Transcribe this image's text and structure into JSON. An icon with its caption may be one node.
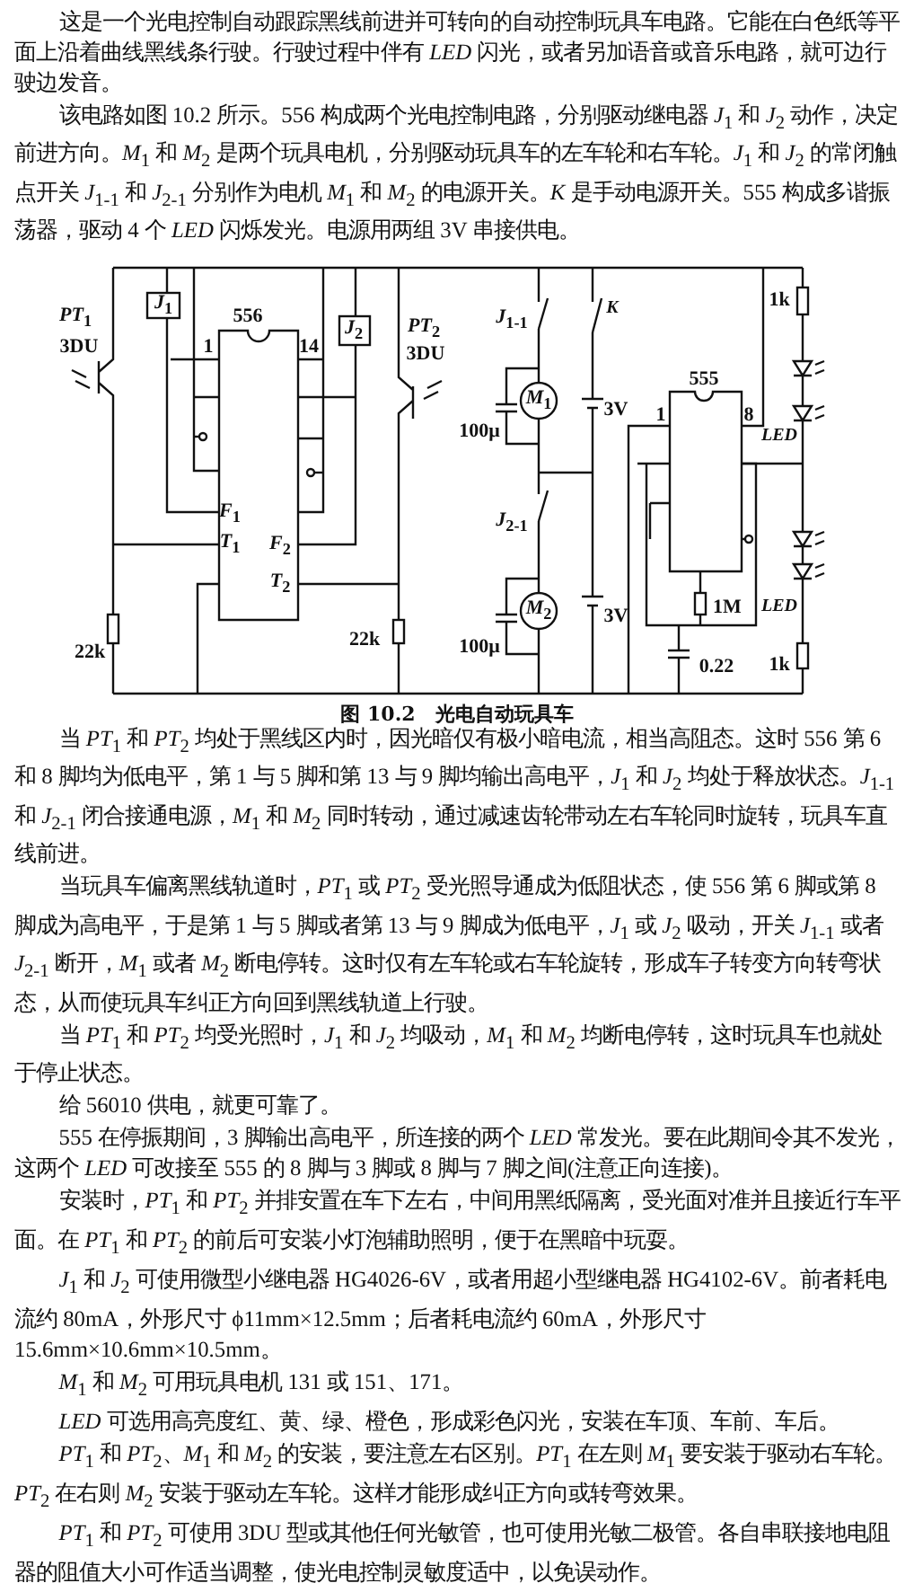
{
  "diagram": {
    "caption": "图 10.2　光电自动玩具车",
    "labels": [
      "这是一个光电控制自动跟踪黑线前进并可转向的自动控制玩具车电路。它能在白色纸等平面上沿着曲线黑线条行驶。行驶过程中伴有 *LED* 闪光，或者另加语音或音乐电路，就可边行驶边发音。",
      "该电路如图 10.2 所示。556 构成两个光电控制电路，分别驱动继电器 *J*$_{1}$ 和 *J*$_{2}$ 动作，决定前进方向。*M*$_{1}$ 和 *M*$_{2}$ 是两个玩具电机，分别驱动玩具车的左车轮和右车轮。*J*$_{1}$ 和 *J*$_{2}$ 的常闭触点开关 *J*$_{1-1}$ 和 *J*$_{2-1}$ 分别作为电机 *M*$_{1}$ 和 *M*$_{2}$ 的电源开关。*K* 是手动电源开关。555 构成多谐振荡器，驱动 4 个 *LED* 闪烁发光。电源用两组 3V 串接供电。",
      "*J*$_{1}$",
      "1k",
      "K",
      "556",
      "*PT*$_{1}$",
      "*J*$_{1-1}$",
      "*J*$_{2}$",
      "*PT*$_{2}$",
      "3DU",
      "1",
      "14",
      "3DU",
      "555",
      "*M*$_{1}$",
      "3V",
      "1",
      "8",
      "100μ",
      "LED",
      "*F*$_{1}$",
      "*J*$_{2-1}$",
      "*T*$_{1}$",
      "*F*$_{2}$",
      "*T*$_{2}$",
      "1M",
      "LED",
      "*M*$_{2}$",
      "3V",
      "22k",
      "22k",
      "100μ",
      "0.22",
      "1k",
      "当 *PT*$_{1}$ 和 *PT*$_{2}$ 均处于黑线区内时，因光暗仅有极小暗电流，相当高阻态。这时 556 第 6 和 8 脚均为低电平，第 1 与 5 脚和第 13 与 9 脚均输出高电平，*J*$_{1}$ 和 *J*$_{2}$ 均处于释放状态。*J*$_{1-1}$ 和 *J*$_{2-1}$ 闭合接通电源，*M*$_{1}$ 和 *M*$_{2}$ 同时转动，通过减速齿轮带动左右车轮同时旋转，玩具车直线前进。",
      "当玩具车偏离黑线轨道时，*PT*$_{1}$ 或 *PT*$_{2}$ 受光照导通成为低阻状态，使 556 第 6 脚或第 8 脚成为高电平，于是第 1 与 5 脚或者第 13 与 9 脚成为低电平，*J*$_{1}$ 或 *J*$_{2}$ 吸动，开关 *J*$_{1-1}$ 或者 *J*$_{2-1}$ 断开，*M*$_{1}$ 或者 *M*$_{2}$ 断电停转。这时仅有左车轮或右车轮旋转，形成车子转变方向转弯状态，从而使玩具车纠正方向回到黑线轨道上行驶。",
      "当 *PT*$_{1}$ 和 *PT*$_{2}$ 均受光照时，*J*$_{1}$ 和 *J*$_{2}$ 均吸动，*M*$_{1}$ 和 *M*$_{2}$ 均断电停转，这时玩具车也就处于停止状态。",
      "给 56010 供电，就更可靠了。",
      "555 在停振期间，3 脚输出高电平，所连接的两个 *LED* 常发光。要在此期间令其不发光，这两个 *LED* 可改接至 555 的 8 脚与 3 脚或 8 脚与 7 脚之间(注意正向连接)。",
      "安装时，*PT*$_{1}$ 和 *PT*$_{2}$ 并排安置在车下左右，中间用黑纸隔离，受光面对准并且接近行车平面。在 *PT*$_{1}$ 和 *PT*$_{2}$ 的前后可安装小灯泡辅助照明，便于在黑暗中玩耍。",
      "*J*$_{1}$ 和 *J*$_{2}$ 可使用微型小继电器 HG4026-6V，或者用超小型继电器 HG4102-6V。前者耗电流约 80mA，外形尺寸 ϕ11mm×12.5mm；后者耗电流约 60mA，外形尺寸 15.6mm×10.6mm×10.5mm。",
      "*M*$_{1}$ 和 *M*$_{2}$ 可用玩具电机 131 或 151、171。",
      "*LED* 可选用高亮度红、黄、绿、橙色，形成彩色闪光，安装在车顶、车前、车后。",
      "*PT*$_{1}$ 和 *PT*$_{2}$、*M*$_{1}$ 和 *M*$_{2}$ 的安装，要注意左右区别。*PT*$_{1}$ 在左则 *M*$_{1}$ 要安装于驱动右车轮。*PT*$_{2}$ 在右则 *M*$_{2}$ 安装于驱动左车轮。这样才能形成纠正方向或转弯效果。",
      "*PT*$_{1}$ 和 *PT*$_{2}$ 可使用 3DU 型或其他任何光敏管，也可使用光敏二极管。各自串联接地电阻器的阻值大小可作适当调整，使光电控制灵敏度适中，以免误动作。"
    ]
  }
}
